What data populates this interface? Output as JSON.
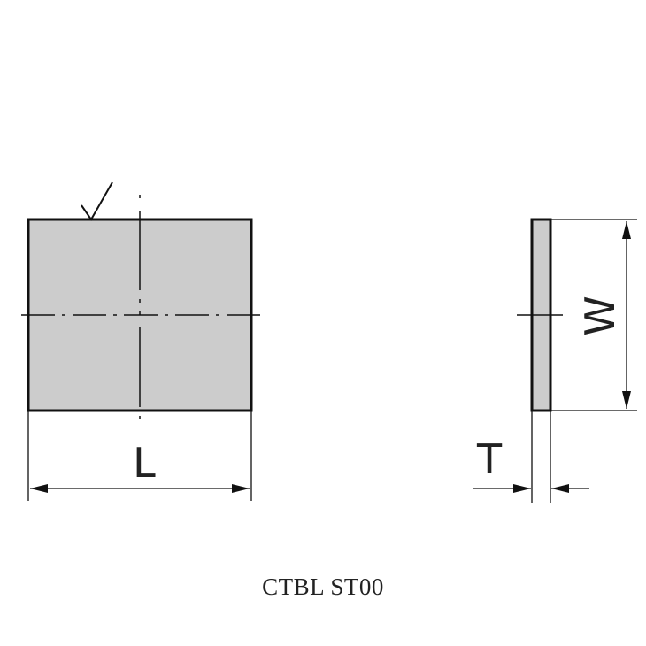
{
  "drawing": {
    "labels": {
      "length": "L",
      "width": "W",
      "thickness": "T"
    },
    "caption": "CTBL ST00",
    "colors": {
      "fill": "#cccccc",
      "stroke": "#111111"
    }
  }
}
